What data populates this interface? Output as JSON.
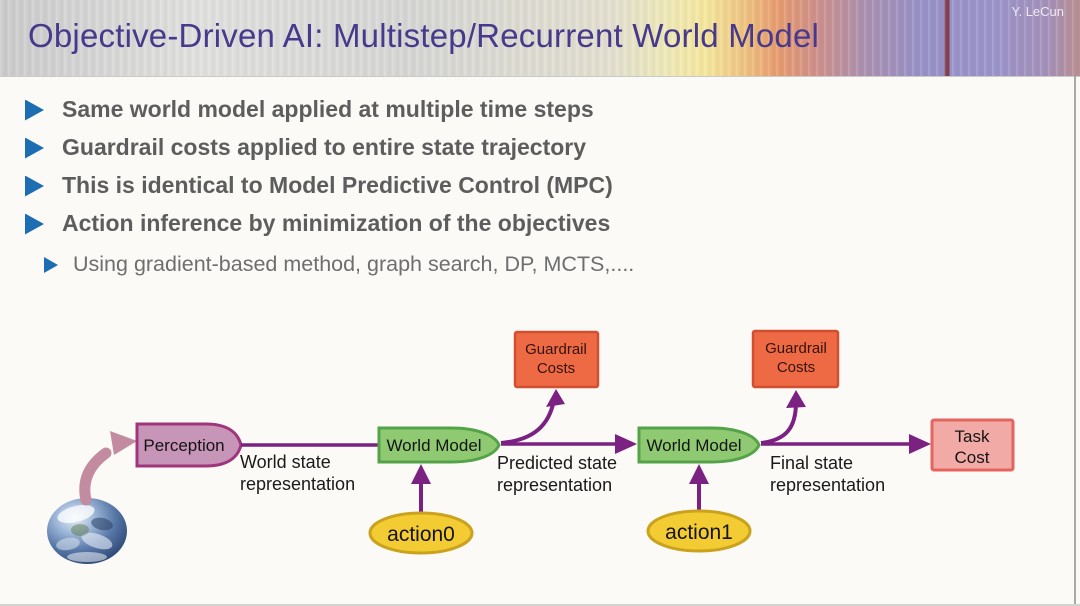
{
  "slide": {
    "title": "Objective-Driven AI: Multistep/Recurrent World Model",
    "attribution": "Y. LeCun"
  },
  "bullets": {
    "items": [
      {
        "label": "Same world model applied at multiple time steps",
        "level": 1
      },
      {
        "label": "Guardrail costs applied to entire state trajectory",
        "level": 1
      },
      {
        "label": "This is identical to Model Predictive Control (MPC)",
        "level": 1
      },
      {
        "label": "Action inference by minimization of the objectives",
        "level": 1
      },
      {
        "label": "Using gradient-based method, graph search, DP, MCTS,....",
        "level": 2
      }
    ]
  },
  "diagram": {
    "nodes": {
      "perception": {
        "label": "Perception",
        "fill": "#c795b8"
      },
      "world_model_1": {
        "label": "World Model",
        "fill": "#8fca72"
      },
      "world_model_2": {
        "label": "World Model",
        "fill": "#8fca72"
      },
      "guardrail_1": {
        "line1": "Guardrail",
        "line2": "Costs",
        "fill": "#ed6a45"
      },
      "guardrail_2": {
        "line1": "Guardrail",
        "line2": "Costs",
        "fill": "#ed6a45"
      },
      "task_cost": {
        "line1": "Task",
        "line2": "Cost",
        "fill": "#f2aaa6"
      },
      "action_0": {
        "label": "action0",
        "fill": "#f3cb33"
      },
      "action_1": {
        "label": "action1",
        "fill": "#f3cb33"
      }
    },
    "edge_labels": {
      "world_state": {
        "line1": "World state",
        "line2": "representation"
      },
      "predicted_state": {
        "line1": "Predicted state",
        "line2": "representation"
      },
      "final_state": {
        "line1": "Final state",
        "line2": "representation"
      }
    }
  },
  "colors": {
    "title_text": "#473a8c",
    "bullet_marker": "#1d6db2",
    "bullet_text": "#5d5d5d",
    "arrow": "#7a2182",
    "earth_arrow": "#c38ba0"
  }
}
